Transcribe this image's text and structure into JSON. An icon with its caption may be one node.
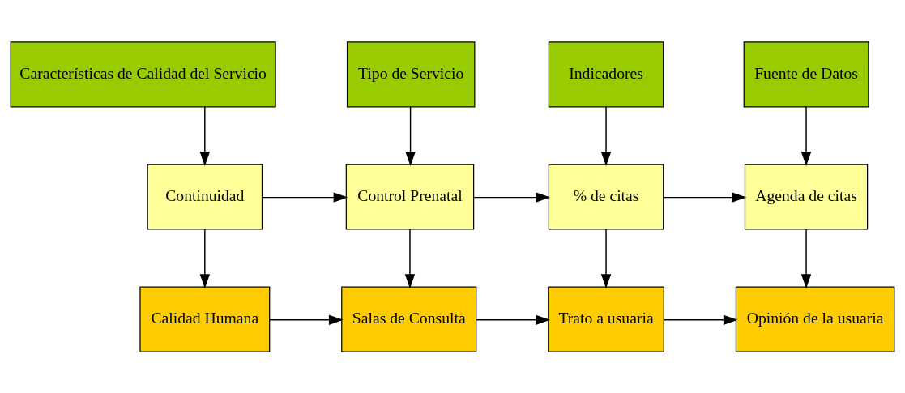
{
  "diagram": {
    "nodes": [
      {
        "text": [
          "Características de Calidad del Servicio"
        ]
      },
      {
        "text": [
          "Tipo de Servicio"
        ]
      },
      {
        "text": [
          "Indicadores"
        ]
      },
      {
        "text": [
          "Fuente de Datos"
        ]
      },
      {
        "text": [
          "Continuidad"
        ]
      },
      {
        "text": [
          "Control Prenatal"
        ]
      },
      {
        "text": [
          "% de citas"
        ]
      },
      {
        "text": [
          "Agenda de citas"
        ]
      },
      {
        "text": [
          "Calidad Humana"
        ]
      },
      {
        "text": [
          "Salas de Consulta"
        ]
      },
      {
        "text": [
          "Trato a usuaria"
        ]
      },
      {
        "text": [
          "Opinión de la usuaria"
        ]
      }
    ],
    "edges": [
      {
        "from": 0,
        "to": 4,
        "arrow": "to"
      },
      {
        "from": 1,
        "to": 5,
        "arrow": "to"
      },
      {
        "from": 2,
        "to": 6,
        "arrow": "to"
      },
      {
        "from": 3,
        "to": 7,
        "arrow": "to"
      },
      {
        "from": 4,
        "to": 5,
        "arrow": "to"
      },
      {
        "from": 5,
        "to": 6,
        "arrow": "to"
      },
      {
        "from": 6,
        "to": 7,
        "arrow": "to"
      },
      {
        "from": 4,
        "to": 8,
        "arrow": "to"
      },
      {
        "from": 5,
        "to": 9,
        "arrow": "to"
      },
      {
        "from": 6,
        "to": 10,
        "arrow": "to"
      },
      {
        "from": 7,
        "to": 11,
        "arrow": "to"
      },
      {
        "from": 8,
        "to": 9,
        "arrow": "to"
      },
      {
        "from": 9,
        "to": 10,
        "arrow": "to"
      },
      {
        "from": 10,
        "to": 11,
        "arrow": "to"
      }
    ]
  }
}
